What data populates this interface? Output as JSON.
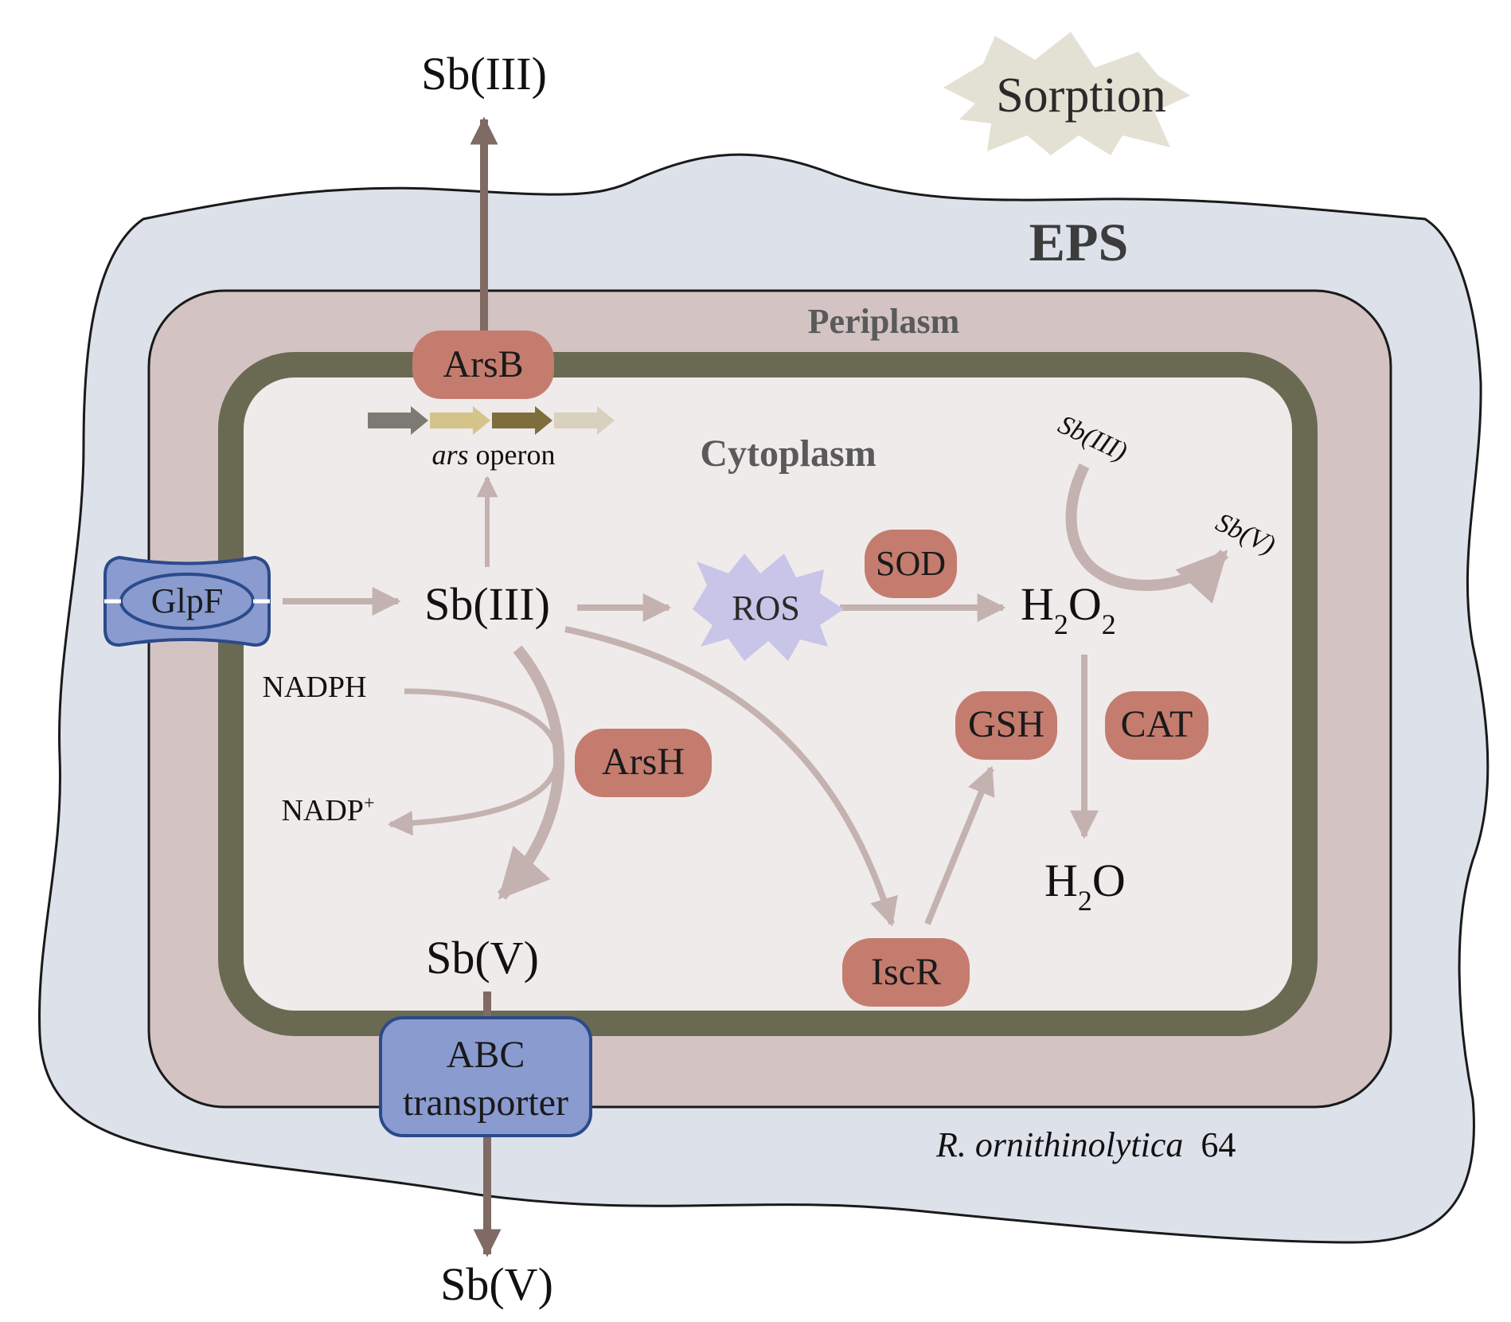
{
  "labels": {
    "sorption": "Sorption",
    "eps": "EPS",
    "periplasm": "Periplasm",
    "cytoplasm": "Cytoplasm",
    "sb3_top": "Sb(III)",
    "sb5_bottom": "Sb(V)",
    "arsb": "ArsB",
    "ars_italic": "ars",
    "operon": " operon",
    "glpf": "GlpF",
    "sb3_center": "Sb(III)",
    "ros": "ROS",
    "sod": "SOD",
    "h2o2_h": "H",
    "h2o2_sub1": "2",
    "h2o2_o": "O",
    "h2o2_sub2": "2",
    "sb3_small": "Sb(III)",
    "sb5_small": "Sb(V)",
    "nadph": "NADPH",
    "nadp": "NADP",
    "nadp_sup": "+",
    "arsh": "ArsH",
    "gsh": "GSH",
    "cat": "CAT",
    "h2o_h": "H",
    "h2o_sub": "2",
    "h2o_o": "O",
    "sb5_center": "Sb(V)",
    "iscr": "IscR",
    "abc_line1": "ABC",
    "abc_line2": "transporter",
    "organism": "R. ornithinolytica",
    "strain": "64"
  },
  "colors": {
    "eps_fill": "#dde1ea",
    "periplasm_fill": "#d3c4c3",
    "membrane": "#6a6a52",
    "cytoplasm_fill": "#efebea",
    "enzyme_fill": "#c47c6f",
    "transporter_fill": "#8a9bd0",
    "transporter_stroke": "#2b4a8a",
    "arrow_light": "#c4b2b0",
    "arrow_dark": "#806a64",
    "ros_fill": "#c9c5e8",
    "sorption_fill": "#e3e1d3",
    "operon_gene_1": "#7c7a72",
    "operon_gene_2": "#d4c48a",
    "operon_gene_3": "#7e6e3c",
    "operon_gene_4": "#d8d1be"
  }
}
